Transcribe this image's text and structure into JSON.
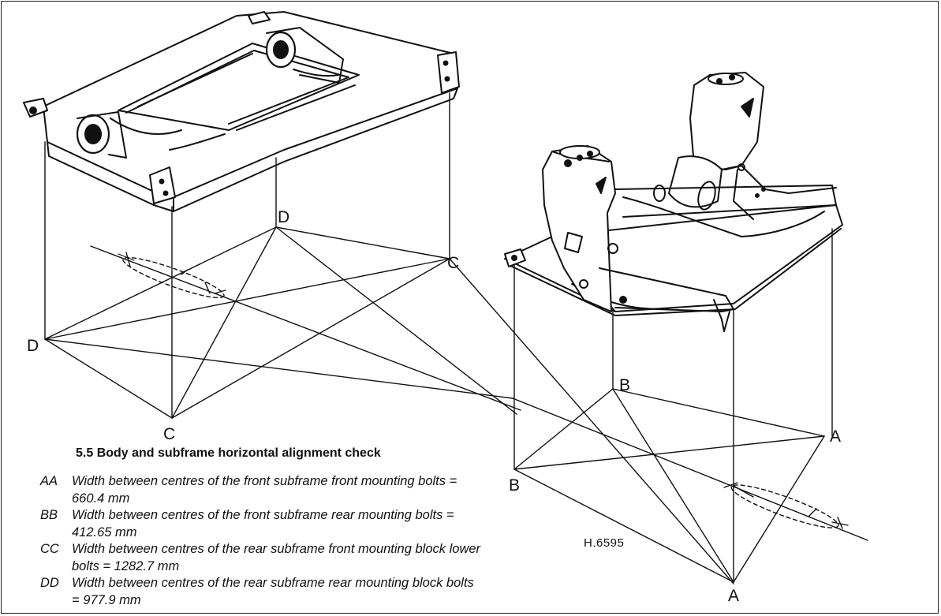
{
  "caption": "5.5 Body and subframe horizontal alignment check",
  "figure_ref": "H.6595",
  "point_labels": {
    "d_top": "D",
    "c_right": "C",
    "d_left": "D",
    "c_bottom": "C",
    "b_top": "B",
    "b_left": "B",
    "a_right": "A",
    "a_bottom": "A"
  },
  "legend": [
    {
      "code": "AA",
      "text": "Width between centres of the front subframe front mounting bolts = 660.4 mm"
    },
    {
      "code": "BB",
      "text": "Width between centres of the front subframe rear mounting bolts = 412.65 mm"
    },
    {
      "code": "CC",
      "text": "Width between centres of the rear subframe front mounting block lower bolts = 1282.7 mm"
    },
    {
      "code": "DD",
      "text": "Width between centres of the rear subframe rear mounting block bolts = 977.9 mm"
    }
  ]
}
